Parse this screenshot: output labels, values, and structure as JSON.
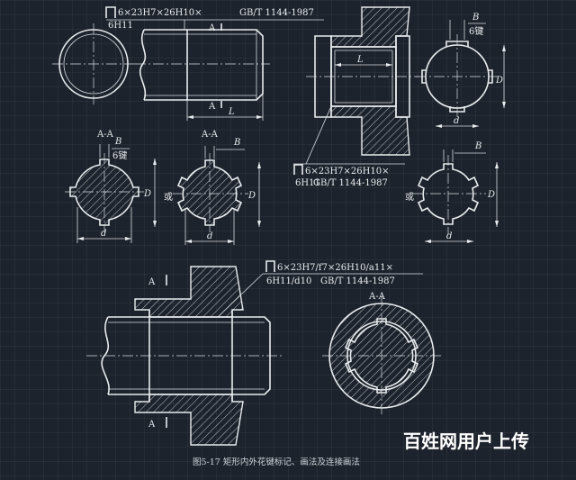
{
  "notation_top": {
    "line1": "6×23H7×26H10×",
    "line2": "6H11",
    "standard": "GB/T 1144-1987"
  },
  "notation_mid": {
    "line1": "6×23H7×26H10×",
    "line2": "6H11",
    "standard": "GB/T 1144-1987"
  },
  "notation_bottom": {
    "line1": "6×23H7/f7×26H10/a11×",
    "line2": "6H11/d10",
    "standard": "GB/T 1144-1987"
  },
  "labels": {
    "section_a": "A",
    "section_aa": "A-A",
    "dim_B": "B",
    "dim_L": "L",
    "dim_D": "D",
    "dim_d": "d",
    "keys_6": "6键",
    "or": "或"
  },
  "caption": "图5-17   矩形内外花键标记、画法及连接画法",
  "watermark": "百姓网用户上传"
}
